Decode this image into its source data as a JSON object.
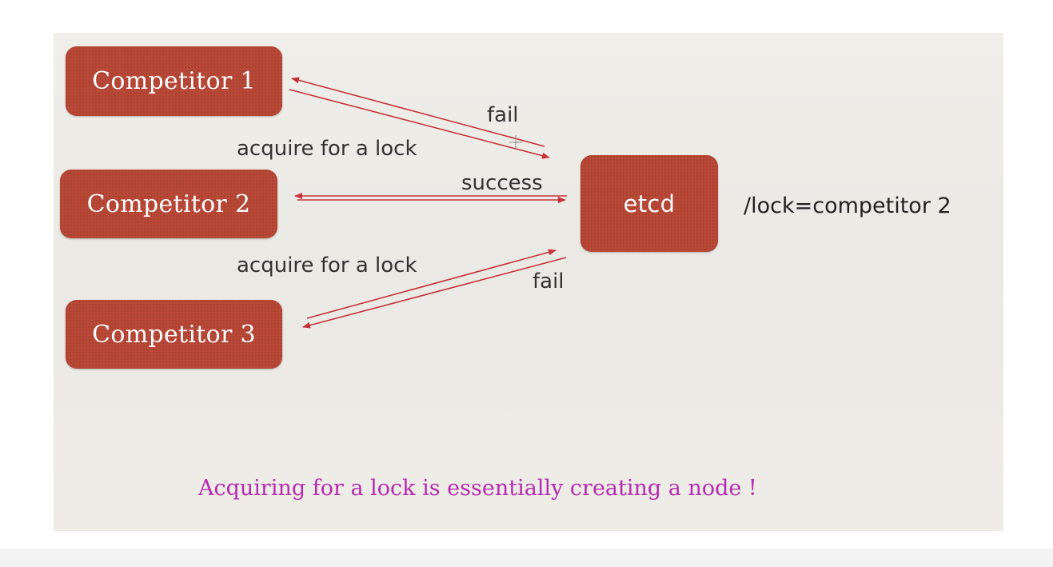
{
  "nodes": {
    "competitor_1": "Competitor 1",
    "competitor_2": "Competitor 2",
    "competitor_3": "Competitor 3",
    "etcd": "etcd"
  },
  "edge_labels": {
    "fail_top": "fail",
    "acquire_top": "acquire for a lock",
    "success": "success",
    "acquire_bottom": "acquire for a lock",
    "fail_bottom": "fail"
  },
  "key_value": "/lock=competitor 2",
  "footer_note": "Acquiring for a lock is essentially creating a node !",
  "colors": {
    "box": "#b94837",
    "arrow": "#c8323a",
    "footer": "#b52bb0"
  }
}
